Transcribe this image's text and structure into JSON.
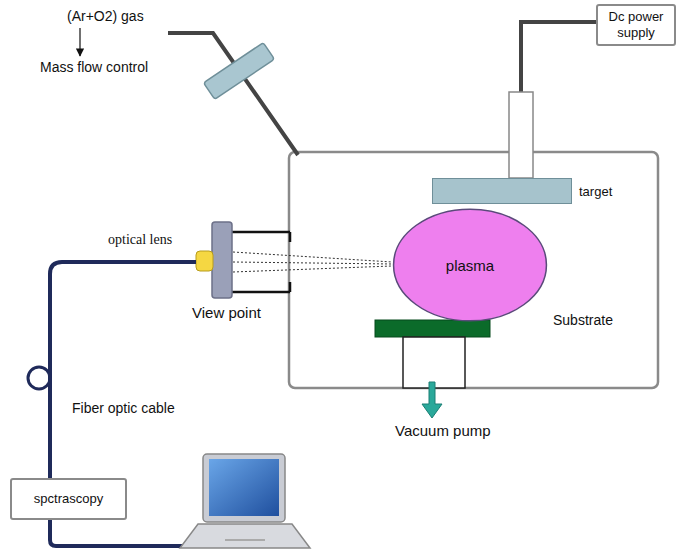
{
  "diagram": {
    "nodes": [
      {
        "text": [
          "Dc power supply"
        ]
      },
      {
        "text": [
          "target"
        ]
      },
      {
        "text": [
          "plasma"
        ]
      },
      {
        "text": [
          "spctrascopy"
        ]
      }
    ],
    "edges": [
      {
        "from": 0,
        "to": 1,
        "arrow": "none"
      }
    ],
    "labels": [
      "(Ar+O2) gas",
      "Mass flow control",
      "optical lens",
      "View point",
      "Substrate",
      "Fiber optic cable",
      "Vacuum pump"
    ]
  }
}
